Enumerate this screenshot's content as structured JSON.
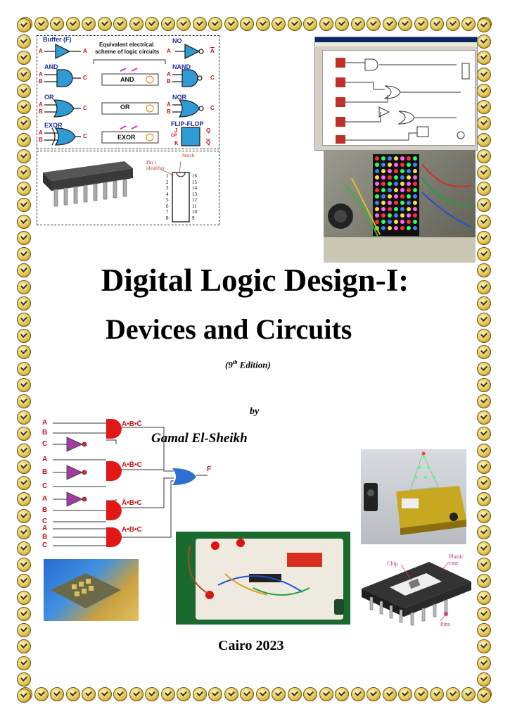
{
  "title_line1": "Digital Logic Design-I:",
  "title_line2": "Devices and Circuits",
  "edition": {
    "prefix": "(9",
    "sup": "th",
    "suffix": " Edition)"
  },
  "by": "by",
  "author": "Gamal El-Sheikh",
  "place_year": "Cairo 2023",
  "gates_panel": {
    "heading_line1": "Equivalent electrical",
    "heading_line2": "scheme of logic circuits",
    "buffer": "Buffer (F)",
    "no": "NO",
    "and": "AND",
    "nand": "NAND",
    "or": "OR",
    "nor": "NOR",
    "exor": "EXOR",
    "flipflop": "FLIP-FLOP",
    "box_and": "AND",
    "box_or": "OR",
    "box_exor": "EXOR",
    "pin_a": "A",
    "pin_b": "B",
    "pin_c": "C",
    "pin_j": "J",
    "pin_cp": "CP",
    "pin_k": "K",
    "pin_q": "Q",
    "pin_qbar": "Q",
    "pin_abar": "A"
  },
  "chip_panel": {
    "pin1_line1": "Pin 1",
    "pin1_line2": "identifier",
    "notch": "Notch",
    "left_pins": [
      "1",
      "2",
      "3",
      "4",
      "5",
      "6",
      "7",
      "8"
    ],
    "right_pins": [
      "16",
      "15",
      "14",
      "13",
      "12",
      "11",
      "10",
      "9"
    ]
  },
  "logic_circuit": {
    "out1": "A•B•C̄",
    "out2": "A•B̄•C",
    "out3": "Ā•B•C",
    "out4": "A•B•C",
    "output": "F",
    "inputs": [
      "A",
      "B",
      "C",
      "A",
      "B",
      "C",
      "A",
      "B",
      "C",
      "A",
      "B",
      "C"
    ]
  },
  "ic_diagram": {
    "chip": "Chip",
    "plastic_line1": "Plastic",
    "plastic_line2": "case",
    "pins": "Pins"
  }
}
